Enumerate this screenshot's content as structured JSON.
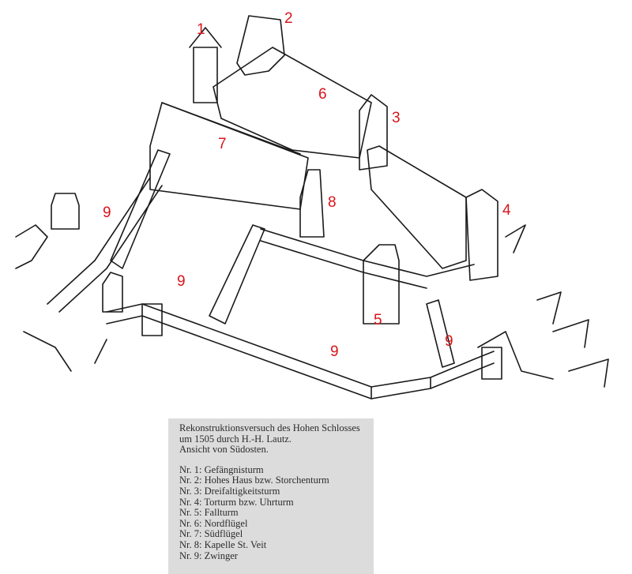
{
  "labels": [
    "1",
    "2",
    "3",
    "4",
    "5",
    "6",
    "7",
    "8",
    "9",
    "9",
    "9",
    "9"
  ],
  "caption": {
    "heading_lines": [
      "Rekonstruktionsversuch des Hohen Schlosses",
      "um 1505 durch H.-H. Lautz.",
      "Ansicht von Südosten."
    ],
    "legend_lines": [
      "Nr. 1: Gefängnisturm",
      "Nr. 2: Hohes Haus bzw. Storchenturm",
      "Nr. 3: Dreifaltigkeitsturm",
      "Nr. 4: Torturm bzw. Uhrturm",
      "Nr. 5: Fallturm",
      "Nr. 6: Nordflügel",
      "Nr. 7: Südflügel",
      "Nr. 8: Kapelle St. Veit",
      "Nr. 9: Zwinger"
    ]
  },
  "colors": {
    "label": "#d8141a",
    "line": "#1a1a1a",
    "caption_bg": "#dcdcdc",
    "caption_text": "#2b2b2b"
  }
}
